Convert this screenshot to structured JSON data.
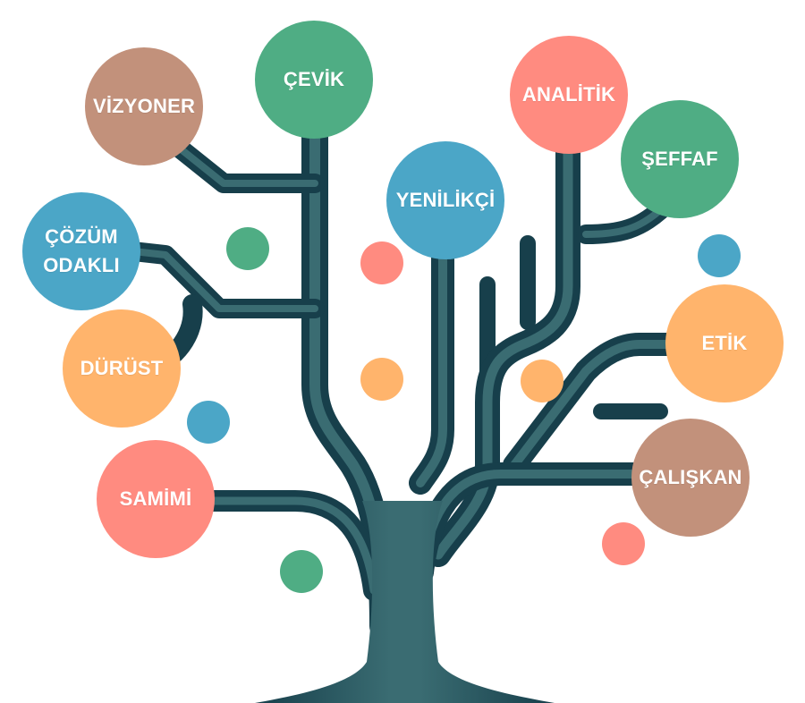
{
  "colors": {
    "trunk": "#173f4b",
    "trunk_light": "#3a6c72",
    "salmon": "#ff8b80",
    "green": "#4fad84",
    "blue": "#4ba6c7",
    "brown": "#c2917b",
    "orange": "#ffb46c"
  },
  "nodes": [
    {
      "id": "vizyoner",
      "label": "VİZYONER",
      "color": "brown"
    },
    {
      "id": "cevik",
      "label": "ÇEVİK",
      "color": "green"
    },
    {
      "id": "analitik",
      "label": "ANALİTİK",
      "color": "salmon"
    },
    {
      "id": "seffaf",
      "label": "ŞEFFAF",
      "color": "green"
    },
    {
      "id": "yenilikci",
      "label": "YENİLİKÇİ",
      "color": "blue"
    },
    {
      "id": "cozum-odakli",
      "label": "ÇÖZÜM\nODAKLI",
      "color": "blue"
    },
    {
      "id": "durust",
      "label": "DÜRÜST",
      "color": "orange"
    },
    {
      "id": "etik",
      "label": "ETİK",
      "color": "orange"
    },
    {
      "id": "samimi",
      "label": "SAMİMİ",
      "color": "salmon"
    },
    {
      "id": "caliskan",
      "label": "ÇALIŞKAN",
      "color": "brown"
    }
  ],
  "dots": [
    {
      "id": "dot-1",
      "color": "green"
    },
    {
      "id": "dot-2",
      "color": "salmon"
    },
    {
      "id": "dot-3",
      "color": "blue"
    },
    {
      "id": "dot-4",
      "color": "orange"
    },
    {
      "id": "dot-5",
      "color": "orange"
    },
    {
      "id": "dot-6",
      "color": "blue"
    },
    {
      "id": "dot-7",
      "color": "green"
    },
    {
      "id": "dot-8",
      "color": "salmon"
    }
  ]
}
